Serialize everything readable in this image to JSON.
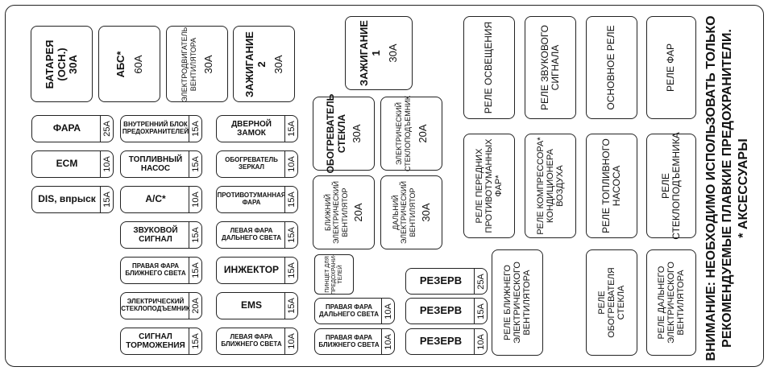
{
  "large_fuses": [
    {
      "id": "battery",
      "label": "БАТАРЕЯ\n(ОСН.)\n30А",
      "amp": ""
    },
    {
      "id": "abs",
      "label": "АБС*",
      "amp": "60А"
    },
    {
      "id": "fan-motor",
      "label": "ЭЛЕКТРОДВИГАТЕЛЬ\nВЕНТИЛЯТОРА",
      "amp": "30А"
    },
    {
      "id": "ignition2",
      "label": "ЗАЖИГАНИЕ 2",
      "amp": "30А"
    },
    {
      "id": "ignition1",
      "label": "ЗАЖИГАНИЕ 1",
      "amp": "30А"
    }
  ],
  "mid_fuses": [
    {
      "id": "glass-heater",
      "label": "ОБОГРЕВАТЕЛЬ\nСТЕКЛА",
      "amp": "30А"
    },
    {
      "id": "window-lifter",
      "label": "ЭЛЕКТРИЧЕСКИЙ\nСТЕКЛОПОДЪЕМНИК",
      "amp": "20А"
    },
    {
      "id": "near-fan",
      "label": "БЛИЖНИЙ\nЭЛЕКТРИЧЕСКИЙ\nВЕНТИЛЯТОР",
      "amp": "20А"
    },
    {
      "id": "far-fan",
      "label": "ДАЛЬНИЙ\nЭЛЕКТРИЧЕСКИЙ\nВЕНТИЛЯТОР",
      "amp": "30А"
    }
  ],
  "col1": [
    {
      "label": "ФАРА",
      "amp": "25А"
    },
    {
      "label": "ECM",
      "amp": "10А"
    },
    {
      "label": "DIS, впрыск",
      "amp": "15А"
    }
  ],
  "col2": [
    {
      "label": "ВНУТРЕННИЙ БЛОК\nПРЕДОХРАНИТЕЛЕЙ",
      "amp": "15А"
    },
    {
      "label": "ТОПЛИВНЫЙ\nНАСОС",
      "amp": "15А"
    },
    {
      "label": "A/C*",
      "amp": "10А"
    },
    {
      "label": "ЗВУКОВОЙ\nСИГНАЛ",
      "amp": "15А"
    },
    {
      "label": "ПРАВАЯ ФАРА\nБЛИЖНЕГО СВЕТА",
      "amp": "15А"
    },
    {
      "label": "ЭЛЕКТРИЧЕСКИЙ\nСТЕКЛОПОДЪЕМНИК",
      "amp": "20А"
    },
    {
      "label": "СИГНАЛ\nТОРМОЖЕНИЯ",
      "amp": "15А"
    }
  ],
  "col3": [
    {
      "label": "ДВЕРНОЙ\nЗАМОК",
      "amp": "15А"
    },
    {
      "label": "ОБОГРЕВАТЕЛЬ\nЗЕРКАЛ",
      "amp": "10А"
    },
    {
      "label": "ПРОТИВОТУМАННАЯ\nФАРА",
      "amp": "15А"
    },
    {
      "label": "ЛЕВАЯ ФАРА\nДАЛЬНЕГО СВЕТА",
      "amp": "15А"
    },
    {
      "label": "ИНЖЕКТОР",
      "amp": "15А"
    },
    {
      "label": "EMS",
      "amp": "15А"
    },
    {
      "label": "ЛЕВАЯ ФАРА\nБЛИЖНЕГО СВЕТА",
      "amp": "10А"
    }
  ],
  "tweezers": {
    "label": "ПИНЦЕТ ДЛЯ\nПРЕДОХРАНИ-\nТЕЛЕЙ"
  },
  "col4": [
    {
      "label": "ПРАВАЯ ФАРА\nДАЛЬНЕГО СВЕТА",
      "amp": "10А"
    },
    {
      "label": "ПРАВАЯ ФАРА\nБЛИЖНЕГО СВЕТА",
      "amp": "10А"
    }
  ],
  "spares": [
    {
      "label": "РЕЗЕРВ",
      "amp": "25А"
    },
    {
      "label": "РЕЗЕРВ",
      "amp": "15А"
    },
    {
      "label": "РЕЗЕРВ",
      "amp": "10А"
    }
  ],
  "relays": [
    {
      "id": "lighting",
      "label": "РЕЛЕ ОСВЕЩЕНИЯ"
    },
    {
      "id": "horn",
      "label": "РЕЛЕ ЗВУКОВОГО\nСИГНАЛА"
    },
    {
      "id": "main",
      "label": "ОСНОВНОЕ РЕЛЕ"
    },
    {
      "id": "headlamp",
      "label": "РЕЛЕ ФАР"
    },
    {
      "id": "front-fog",
      "label": "РЕЛЕ ПЕРЕДНИХ\nПРОТИВОТУМАННЫХ\nФАР*"
    },
    {
      "id": "compressor",
      "label": "РЕЛЕ КОМПРЕССОРА*\nКОНДИЦИОНЕРА\nВОЗДУХА"
    },
    {
      "id": "fuel-pump",
      "label": "РЕЛЕ ТОПЛИВНОГО\nНАСОСА"
    },
    {
      "id": "window",
      "label": "РЕЛЕ\nСТЕКЛОПОДЪЕМНИКА"
    },
    {
      "id": "near-fan",
      "label": "РЕЛЕ БЛИЖНЕГО\nЭЛЕКТРИЧЕСКОГО\nВЕНТИЛЯТОРА"
    },
    {
      "id": "glass-heater",
      "label": "РЕЛЕ\nОБОГРЕВАТЕЛЯ\nСТЕКЛА"
    },
    {
      "id": "far-fan",
      "label": "РЕЛЕ ДАЛЬНЕГО\nЭЛЕКТРИЧЕСКОГО\nВЕНТИЛЯТОРА"
    }
  ],
  "warning": {
    "line1": "ВНИМАНИЕ: НЕОБХОДИМО ИСПОЛЬЗОВАТЬ ТОЛЬКО",
    "line2": "РЕКОМЕНДУЕМЫЕ ПЛАВКИЕ ПРЕДОХРАНИТЕЛИ.",
    "line3": "* АКСЕССУАРЫ"
  }
}
